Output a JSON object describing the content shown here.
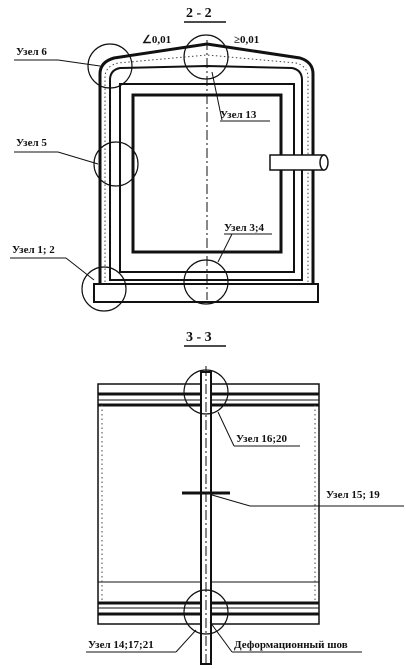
{
  "sections": {
    "s22": {
      "title": "2 - 2",
      "slope_left": "∠0,01",
      "slope_right": "≥0,01",
      "nodes": {
        "n6": "Узел 6",
        "n5": "Узел 5",
        "n12": "Узел 1; 2",
        "n13": "Узел 13",
        "n34": "Узел 3;4"
      }
    },
    "s33": {
      "title": "3 - 3",
      "nodes": {
        "n1620": "Узел 16;20",
        "n1519": "Узел 15; 19",
        "n141721": "Узел 14;17;21"
      },
      "joint": "Деформационный шов"
    }
  }
}
